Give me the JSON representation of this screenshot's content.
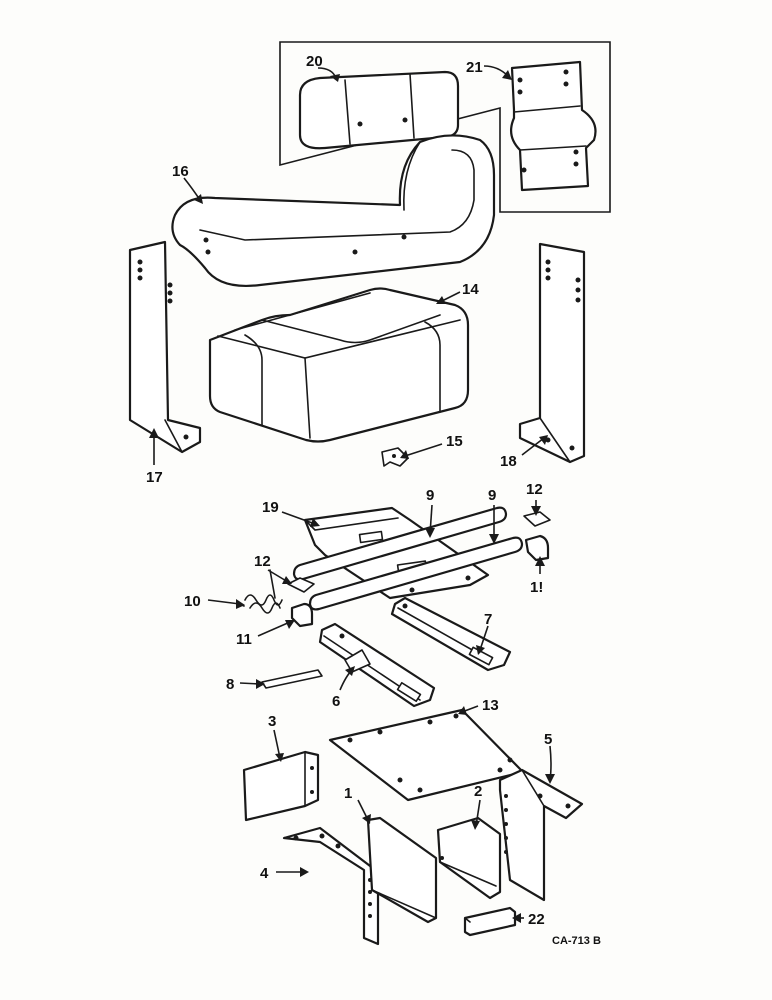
{
  "diagram": {
    "figure_code": "CA-713 B",
    "callouts": [
      {
        "id": "1",
        "label": "1",
        "part": "rear-panel"
      },
      {
        "id": "2",
        "label": "2",
        "part": "center-panel"
      },
      {
        "id": "3",
        "label": "3",
        "part": "left-bracket-upper"
      },
      {
        "id": "4",
        "label": "4",
        "part": "left-support"
      },
      {
        "id": "5",
        "label": "5",
        "part": "right-support"
      },
      {
        "id": "6",
        "label": "6",
        "part": "left-slide-rail"
      },
      {
        "id": "7",
        "label": "7",
        "part": "right-slide-rail"
      },
      {
        "id": "8",
        "label": "8",
        "part": "latch-rod"
      },
      {
        "id": "9a",
        "label": "9",
        "part": "tube-front"
      },
      {
        "id": "9b",
        "label": "9",
        "part": "tube-rear"
      },
      {
        "id": "10",
        "label": "10",
        "part": "spring"
      },
      {
        "id": "11a",
        "label": "11",
        "part": "clip-left"
      },
      {
        "id": "11b",
        "label": "1!",
        "part": "clip-right"
      },
      {
        "id": "12a",
        "label": "12",
        "part": "pad-left"
      },
      {
        "id": "12b",
        "label": "12",
        "part": "pad-right"
      },
      {
        "id": "13",
        "label": "13",
        "part": "base-plate"
      },
      {
        "id": "14",
        "label": "14",
        "part": "seat-cushion"
      },
      {
        "id": "15",
        "label": "15",
        "part": "cushion-clip"
      },
      {
        "id": "16",
        "label": "16",
        "part": "backrest-wrap"
      },
      {
        "id": "17",
        "label": "17",
        "part": "left-side-bracket"
      },
      {
        "id": "18",
        "label": "18",
        "part": "right-side-bracket"
      },
      {
        "id": "19",
        "label": "19",
        "part": "seat-frame-plate"
      },
      {
        "id": "20",
        "label": "20",
        "part": "backrest-cushion"
      },
      {
        "id": "21",
        "label": "21",
        "part": "backrest-bracket"
      },
      {
        "id": "22",
        "label": "22",
        "part": "small-cover"
      }
    ]
  }
}
